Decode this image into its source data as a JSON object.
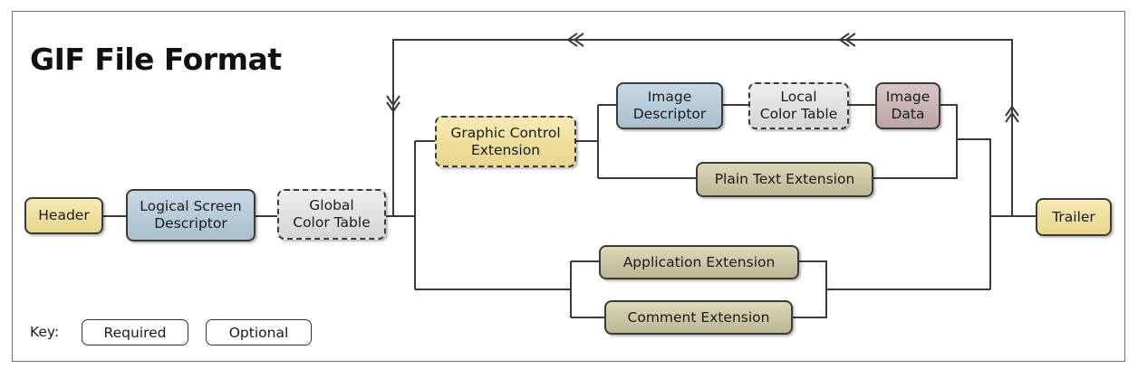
{
  "diagram": {
    "title": "GIF File Format",
    "boxes": {
      "header": "Header",
      "logical_screen_descriptor": "Logical Screen\nDescriptor",
      "global_color_table": "Global\nColor Table",
      "graphic_control_extension": "Graphic Control\nExtension",
      "image_descriptor": "Image\nDescriptor",
      "local_color_table": "Local\nColor Table",
      "image_data": "Image\nData",
      "plain_text_extension": "Plain Text Extension",
      "application_extension": "Application Extension",
      "comment_extension": "Comment Extension",
      "trailer": "Trailer"
    },
    "key": {
      "label": "Key:",
      "required": "Required",
      "optional": "Optional"
    },
    "colors": {
      "required_start_end": "#e8d68c",
      "descriptor": "#a9c0cf",
      "color_table": "#d5d5d5",
      "extension": "#bdb793",
      "image_data": "#bba5a5",
      "line": "#3a3a3a"
    }
  }
}
